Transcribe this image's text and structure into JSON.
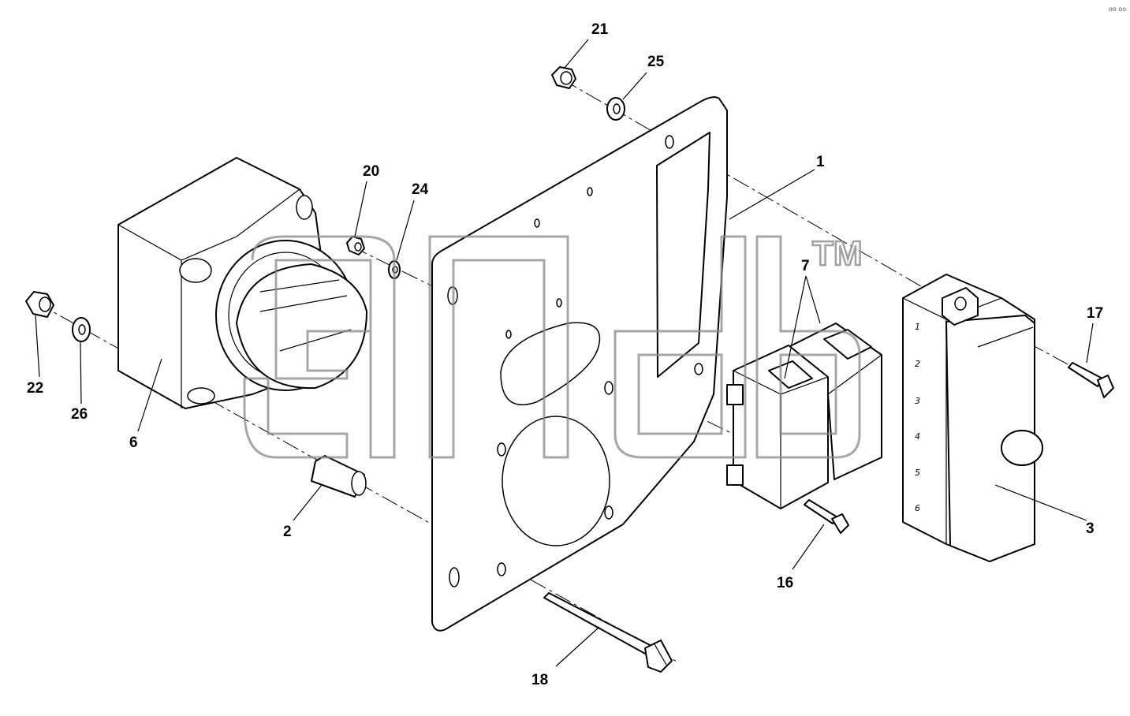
{
  "diagram": {
    "corner_mark": "oo oo",
    "watermark_tm": "TM",
    "terminal_digits": [
      "1",
      "2",
      "3",
      "4",
      "5",
      "6"
    ],
    "callouts": {
      "c1": "1",
      "c2": "2",
      "c3": "3",
      "c6": "6",
      "c7": "7",
      "c16": "16",
      "c17": "17",
      "c18": "18",
      "c20": "20",
      "c21": "21",
      "c22": "22",
      "c24": "24",
      "c25": "25",
      "c26": "26"
    }
  }
}
